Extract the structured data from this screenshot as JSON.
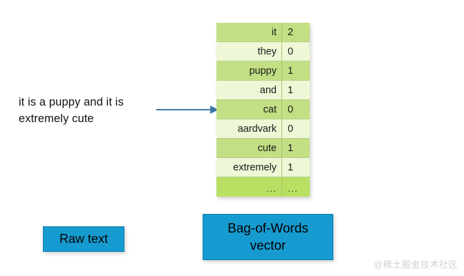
{
  "background_color": "#ffffff",
  "figure": {
    "raw_sentence": "it is a puppy and it is extremely cute",
    "arrow": {
      "name": "arrow-right",
      "color": "#3b78a8"
    },
    "labels": {
      "raw_text": "Raw text",
      "bow_line1": "Bag-of-Words",
      "bow_line2": "vector"
    },
    "box_color": "#169bd0",
    "box_border_color": "#0d7ca8"
  },
  "bow_table": {
    "row_colors": {
      "odd": "#c3df84",
      "even": "#eef7d6",
      "tail": "#b9e063"
    },
    "rows": [
      {
        "word": "it",
        "count": "2"
      },
      {
        "word": "they",
        "count": "0"
      },
      {
        "word": "puppy",
        "count": "1"
      },
      {
        "word": "and",
        "count": "1"
      },
      {
        "word": "cat",
        "count": "0"
      },
      {
        "word": "aardvark",
        "count": "0"
      },
      {
        "word": "cute",
        "count": "1"
      },
      {
        "word": "extremely",
        "count": "1"
      },
      {
        "word": "...",
        "count": "..."
      }
    ]
  },
  "watermark": "@稀土掘金技术社区"
}
